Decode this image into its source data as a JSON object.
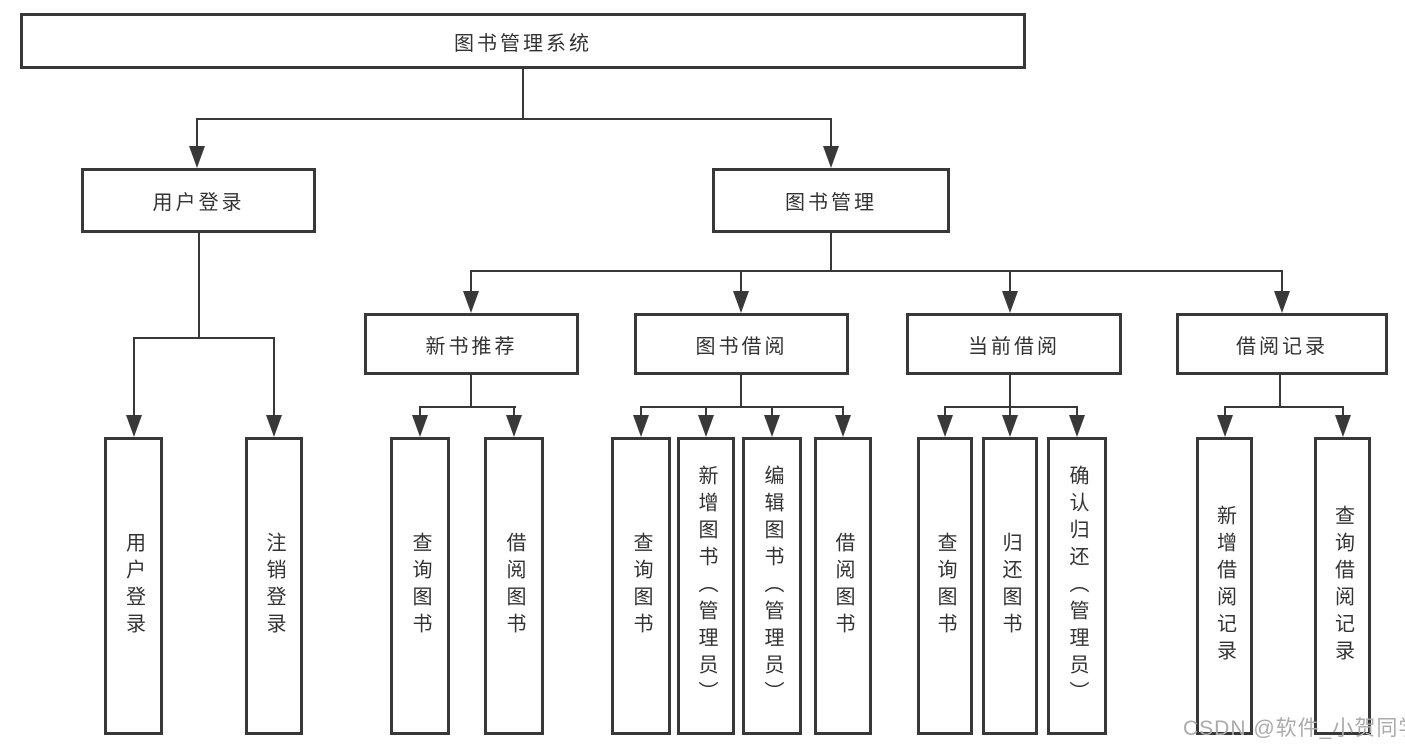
{
  "nodes": {
    "root": "图书管理系统",
    "user_login": "用户登录",
    "book_mgmt": "图书管理",
    "new_rec": "新书推荐",
    "borrow": "图书借阅",
    "current": "当前借阅",
    "records": "借阅记录",
    "u1": "用户登录",
    "u2": "注销登录",
    "n1": "查询图书",
    "n2": "借阅图书",
    "b1": "查询图书",
    "b2": "新增图书（管理员）",
    "b3": "编辑图书（管理员）",
    "b4": "借阅图书",
    "c1": "查询图书",
    "c2": "归还图书",
    "c3": "确认归还（管理员）",
    "r1": "新增借阅记录",
    "r2": "查询借阅记录"
  },
  "watermark": "CSDN @软件_小贺同学",
  "colors": {
    "line": "#383838",
    "text": "#333333",
    "watermark": "#ababab",
    "background": "#ffffff"
  }
}
